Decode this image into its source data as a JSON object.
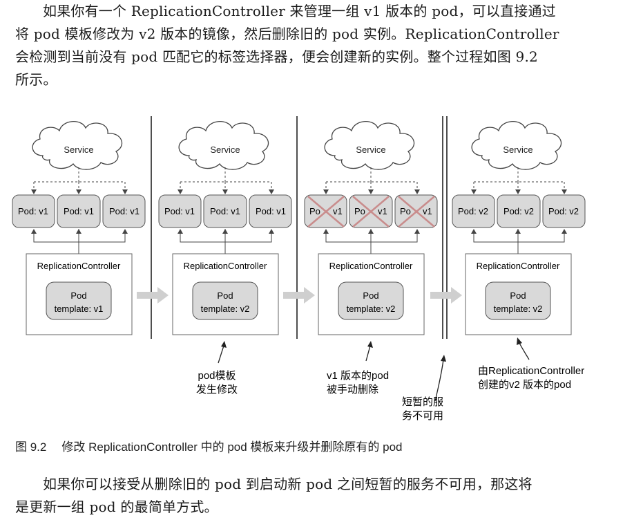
{
  "paragraph1": {
    "line1": "如果你有一个 ReplicationController 来管理一组 v1 版本的 pod，可以直接通过",
    "line2": "将 pod 模板修改为 v2 版本的镜像，然后删除旧的 pod 实例。ReplicationController",
    "line3": "会检测到当前没有 pod 匹配它的标签选择器，便会创建新的实例。整个过程如图 9.2",
    "line4": "所示。"
  },
  "figure": {
    "service_label": "Service",
    "rc_label": "ReplicationController",
    "pod_v1": "Pod: v1",
    "pod_v2": "Pod: v2",
    "pod_deleted_left": "Po",
    "pod_deleted_right": "v1",
    "template_title": "Pod",
    "template_v1": "template: v1",
    "template_v2": "template: v2",
    "note1_line1": "pod模板",
    "note1_line2": "发生修改",
    "note2_line1": "v1 版本的pod",
    "note2_line2": "被手动删除",
    "note3_line1": "短暂的服",
    "note3_line2": "务不可用",
    "note4_line1": "由ReplicationController",
    "note4_line2": "创建的v2 版本的pod"
  },
  "caption": {
    "number": "图 9.2",
    "text": "修改 ReplicationController 中的 pod 模板来升级并删除原有的 pod"
  },
  "paragraph2": {
    "line1": "如果你可以接受从删除旧的 pod 到启动新 pod 之间短暂的服务不可用，那这将",
    "line2": "是更新一组 pod 的最简单方式。"
  },
  "colors": {
    "pod_fill": "#d9d9d9",
    "box_stroke": "#555555",
    "arrow_gray": "#c8c8c8",
    "cross_red": "#c98c8c"
  }
}
